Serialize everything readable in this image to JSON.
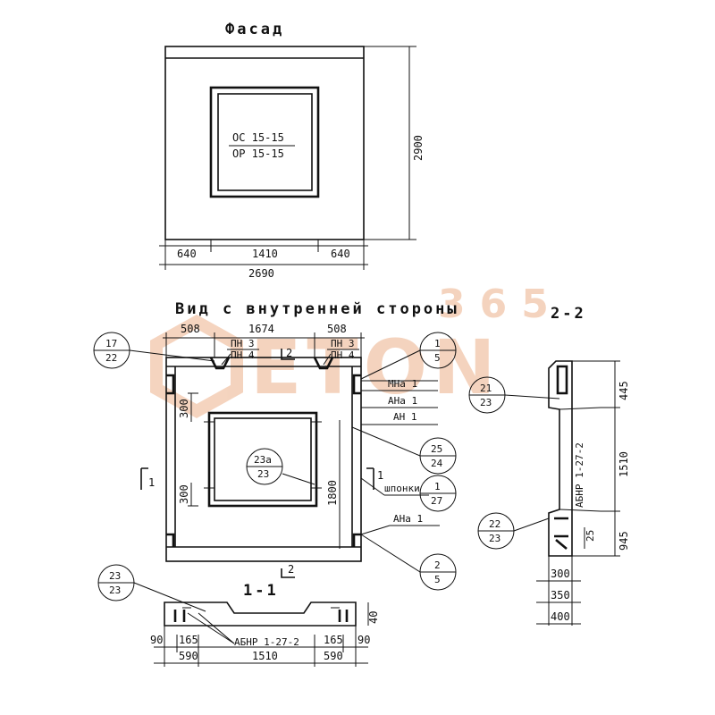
{
  "facade": {
    "title": "Фасад",
    "mark_top": "ОС 15-15",
    "mark_bottom": "ОР 15-15",
    "dim_height": "2900",
    "dim_left": "640",
    "dim_middle": "1410",
    "dim_right": "640",
    "dim_total": "2690"
  },
  "inner_view": {
    "title": "Вид с внутренней стороны",
    "dim_left": "508",
    "dim_middle": "1674",
    "dim_right": "508",
    "label_pn3_left": "ПН 3",
    "label_pn4_left": "ПН 4",
    "label_pn3_right": "ПН 3",
    "label_pn4_right": "ПН 4",
    "section_mark_2": "2",
    "section_mark_1": "1",
    "dim_300_top": "300",
    "dim_300_bottom": "300",
    "dim_1800": "1800",
    "label_mna1": "МНа 1",
    "label_ana1_top": "АНа 1",
    "label_an1": "АН 1",
    "label_shponki": "шпонки",
    "label_ana1_bottom": "АНа 1",
    "callout_17_22": {
      "top": "17",
      "bottom": "22"
    },
    "callout_1_5": {
      "top": "1",
      "bottom": "5"
    },
    "callout_23a_23": {
      "top": "23а",
      "bottom": "23"
    },
    "callout_25_24": {
      "top": "25",
      "bottom": "24"
    },
    "callout_1_27": {
      "top": "1",
      "bottom": "27"
    },
    "callout_2_5": {
      "top": "2",
      "bottom": "5"
    }
  },
  "section_1_1": {
    "title": "1-1",
    "callout_23_23": {
      "top": "23",
      "bottom": "23"
    },
    "label_abnr": "АБНР 1-27-2",
    "dim_90_left": "90",
    "dim_165_left": "165",
    "dim_165_right": "165",
    "dim_90_right": "90",
    "dim_590_left": "590",
    "dim_1510": "1510",
    "dim_590_right": "590",
    "dim_40": "40"
  },
  "section_2_2": {
    "title": "2-2",
    "callout_21_23": {
      "top": "21",
      "bottom": "23"
    },
    "callout_22_23": {
      "top": "22",
      "bottom": "23"
    },
    "label_abnr": "АБНР 1-27-2",
    "dim_445": "445",
    "dim_1510": "1510",
    "dim_945": "945",
    "dim_25": "25",
    "dim_300": "300",
    "dim_350": "350",
    "dim_400": "400"
  },
  "watermark": {
    "number": "365",
    "word": "ETON",
    "color": "#e8a070"
  },
  "colors": {
    "ink": "#111111",
    "paper": "#ffffff"
  }
}
